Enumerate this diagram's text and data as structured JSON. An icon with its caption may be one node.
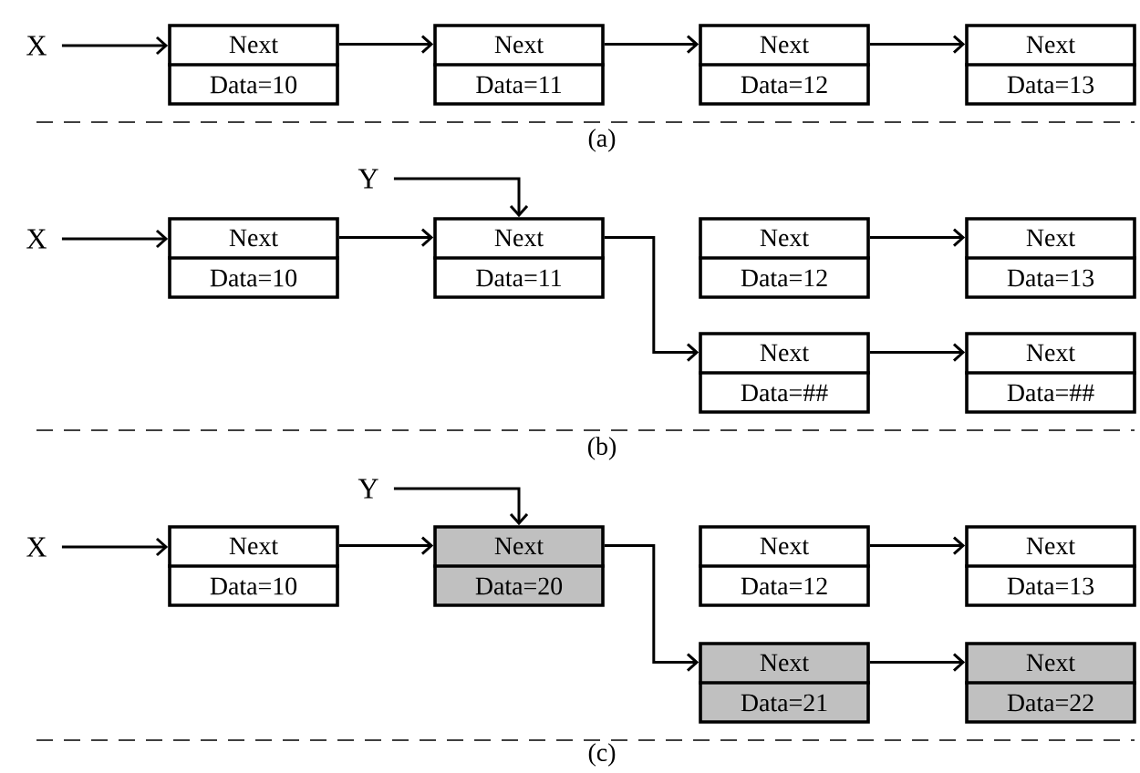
{
  "diagram": {
    "nodes": [
      {
        "text": [
          "X"
        ]
      },
      {
        "text": [
          "Next",
          "Data=10"
        ]
      },
      {
        "text": [
          "Next",
          "Data=11"
        ]
      },
      {
        "text": [
          "Next",
          "Data=12"
        ]
      },
      {
        "text": [
          "Next",
          "Data=13"
        ]
      },
      {
        "text": [
          "Y"
        ]
      },
      {
        "text": [
          "X"
        ]
      },
      {
        "text": [
          "Next",
          "Data=10"
        ]
      },
      {
        "text": [
          "Next",
          "Data=11"
        ]
      },
      {
        "text": [
          "Next",
          "Data=12"
        ]
      },
      {
        "text": [
          "Next",
          "Data=13"
        ]
      },
      {
        "text": [
          "Next",
          "Data=##"
        ]
      },
      {
        "text": [
          "Next",
          "Data=##"
        ]
      },
      {
        "text": [
          "Y"
        ]
      },
      {
        "text": [
          "X"
        ]
      },
      {
        "text": [
          "Next",
          "Data=10"
        ]
      },
      {
        "text": [
          "Next",
          "Data=20"
        ]
      },
      {
        "text": [
          "Next",
          "Data=12"
        ]
      },
      {
        "text": [
          "Next",
          "Data=13"
        ]
      },
      {
        "text": [
          "Next",
          "Data=21"
        ]
      },
      {
        "text": [
          "Next",
          "Data=22"
        ]
      }
    ],
    "edges": [
      {
        "from": 0,
        "to": 1,
        "arrow": "to"
      },
      {
        "from": 1,
        "to": 2,
        "arrow": "to"
      },
      {
        "from": 2,
        "to": 3,
        "arrow": "to"
      },
      {
        "from": 3,
        "to": 4,
        "arrow": "to"
      },
      {
        "from": 5,
        "to": 8,
        "arrow": "to"
      },
      {
        "from": 6,
        "to": 7,
        "arrow": "to"
      },
      {
        "from": 7,
        "to": 8,
        "arrow": "to"
      },
      {
        "from": 8,
        "to": 11,
        "arrow": "to"
      },
      {
        "from": 9,
        "to": 10,
        "arrow": "to"
      },
      {
        "from": 11,
        "to": 12,
        "arrow": "to"
      },
      {
        "from": 13,
        "to": 16,
        "arrow": "to"
      },
      {
        "from": 14,
        "to": 15,
        "arrow": "to"
      },
      {
        "from": 15,
        "to": 16,
        "arrow": "to"
      },
      {
        "from": 16,
        "to": 19,
        "arrow": "to"
      },
      {
        "from": 17,
        "to": 18,
        "arrow": "to"
      },
      {
        "from": 19,
        "to": 20,
        "arrow": "to"
      }
    ],
    "labels": [
      "(a)",
      "(b)",
      "(c)"
    ]
  }
}
